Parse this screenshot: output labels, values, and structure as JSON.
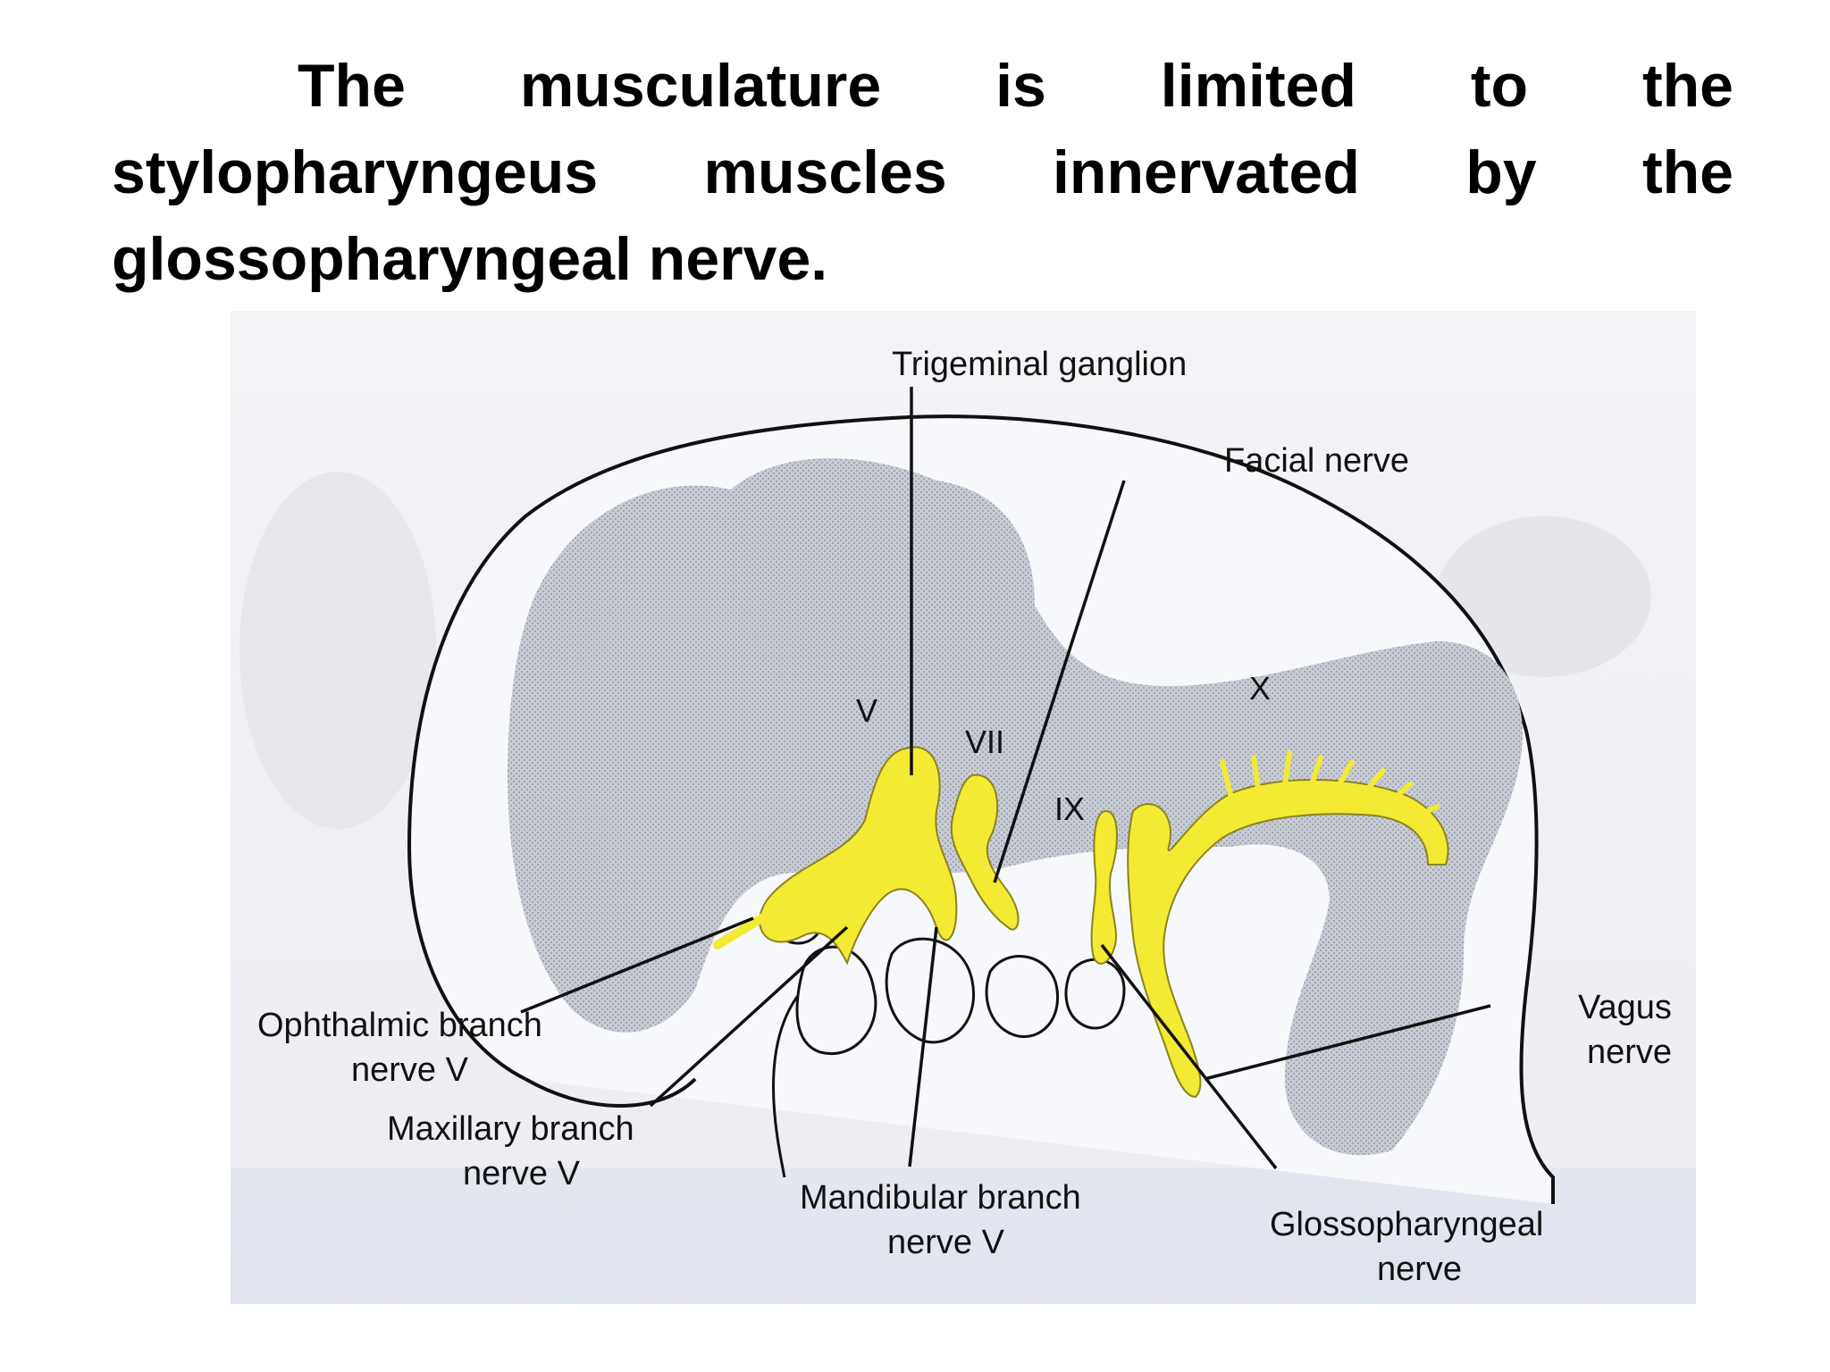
{
  "slide": {
    "text_lines": [
      [
        "The",
        "musculature",
        "is",
        "limited",
        "to",
        "the"
      ],
      [
        "stylopharyngeus",
        "muscles",
        "innervated",
        "by",
        "the"
      ],
      [
        "glossopharyngeal nerve."
      ]
    ]
  },
  "figure": {
    "labels": {
      "trigeminal_ganglion": "Trigeminal ganglion",
      "facial_nerve": "Facial nerve",
      "ophthalmic_line1": "Ophthalmic branch",
      "ophthalmic_line2": "nerve V",
      "maxillary_line1": "Maxillary branch",
      "maxillary_line2": "nerve V",
      "mandibular_line1": "Mandibular branch",
      "mandibular_line2": "nerve V",
      "glossopharyngeal_line1": "Glossopharyngeal",
      "glossopharyngeal_line2": "nerve",
      "vagus_line1": "Vagus",
      "vagus_line2": "nerve"
    },
    "numerals": {
      "v": "V",
      "vii": "VII",
      "ix": "IX",
      "x": "X"
    },
    "colors": {
      "nerve": "#f2ea33",
      "tissue": "#c9ccd4",
      "background": "#f0f1f5",
      "outline": "#111111"
    }
  }
}
